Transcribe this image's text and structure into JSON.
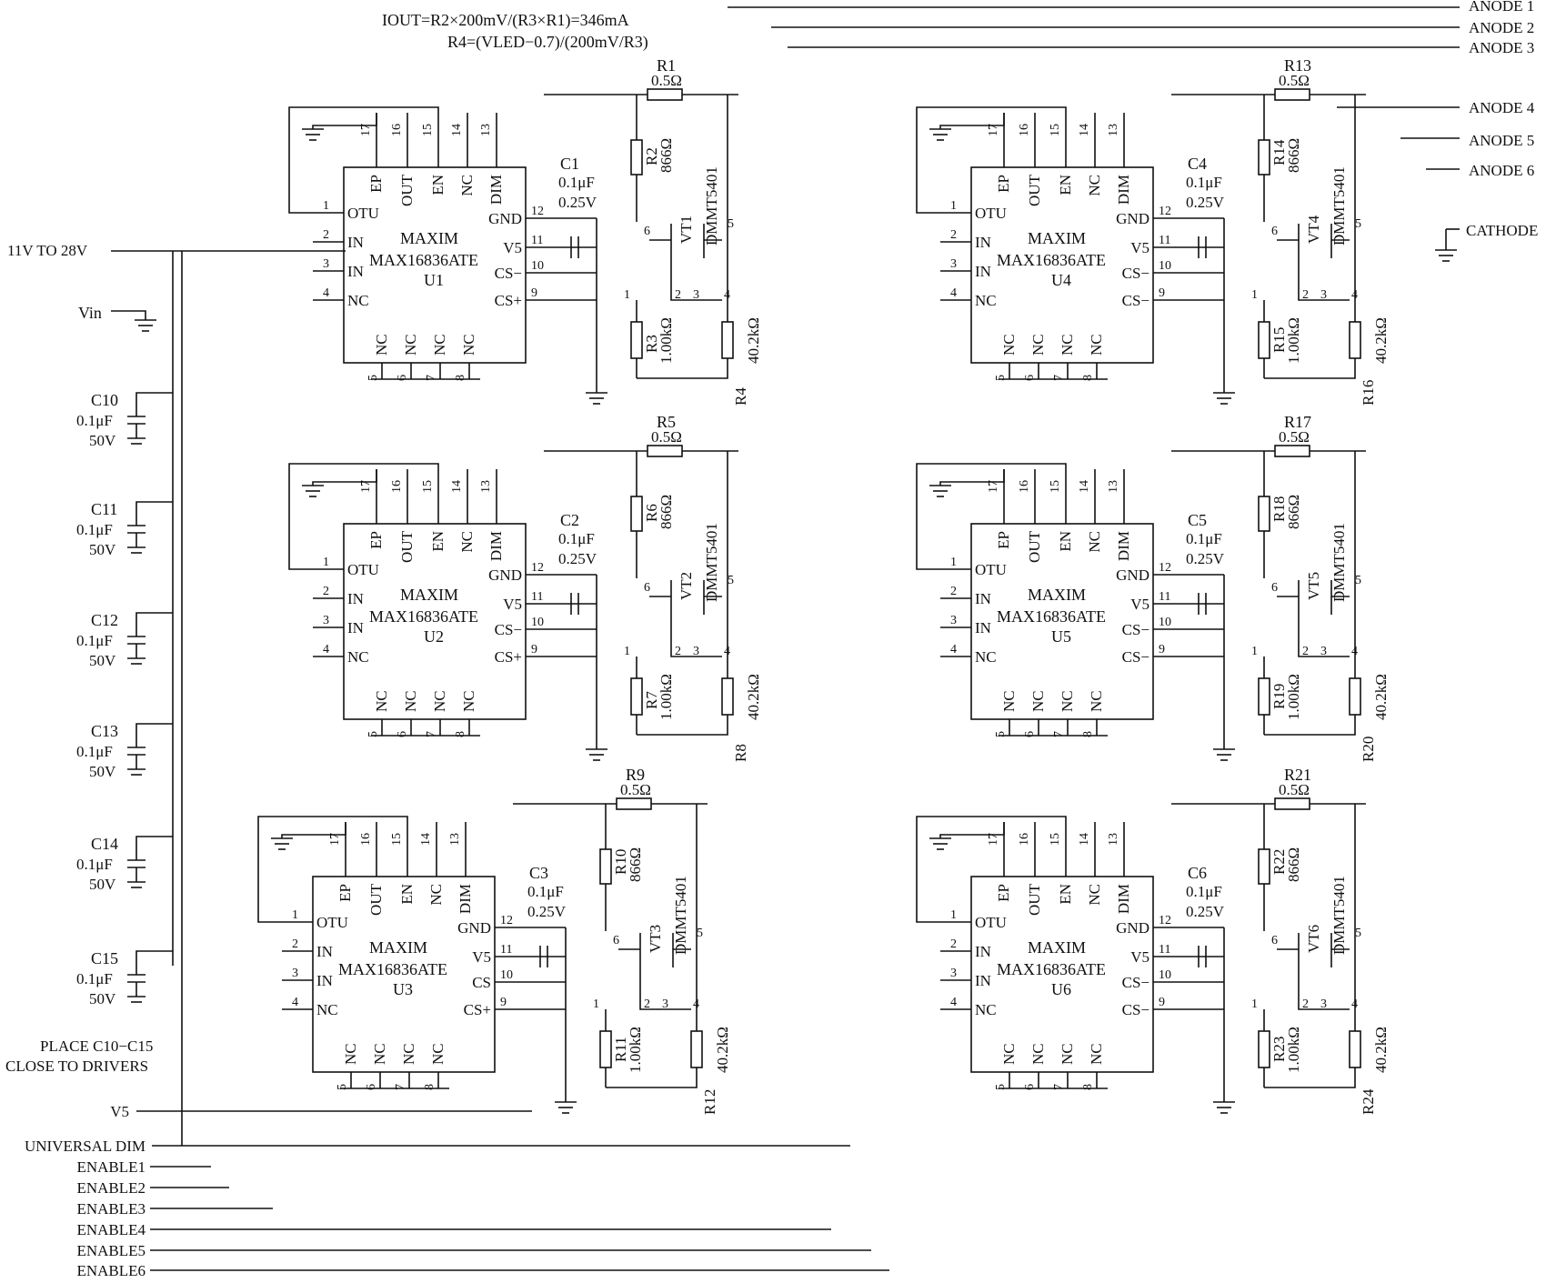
{
  "formula": {
    "line1": "IOUT=R2×200mV/(R3×R1)=346mA",
    "line2": "R4=(VLED−0.7)/(200mV/R3)"
  },
  "left_labels": {
    "supply": "11V TO 28V",
    "vin": "Vin",
    "place_note_1": "PLACE C10−C15",
    "place_note_2": "CLOSE TO DRIVERS"
  },
  "bottom_labels": [
    "V5",
    "UNIVERSAL DIM",
    "ENABLE1",
    "ENABLE2",
    "ENABLE3",
    "ENABLE4",
    "ENABLE5",
    "ENABLE6"
  ],
  "right_labels": [
    "ANODE 1",
    "ANODE 2",
    "ANODE 3",
    "ANODE 4",
    "ANODE 5",
    "ANODE 6",
    "CATHODE"
  ],
  "input_caps": [
    {
      "ref": "C10",
      "value": "0.1μF",
      "voltage": "50V"
    },
    {
      "ref": "C11",
      "value": "0.1μF",
      "voltage": "50V"
    },
    {
      "ref": "C12",
      "value": "0.1μF",
      "voltage": "50V"
    },
    {
      "ref": "C13",
      "value": "0.1μF",
      "voltage": "50V"
    },
    {
      "ref": "C14",
      "value": "0.1μF",
      "voltage": "50V"
    },
    {
      "ref": "C15",
      "value": "0.1μF",
      "voltage": "50V"
    }
  ],
  "chip_common": {
    "brand": "MAXIM",
    "part": "MAX16836ATE",
    "top_pins": [
      {
        "num": "17",
        "name": "EP"
      },
      {
        "num": "16",
        "name": "OUT"
      },
      {
        "num": "15",
        "name": "EN"
      },
      {
        "num": "14",
        "name": "NC"
      },
      {
        "num": "13",
        "name": "DIM"
      }
    ],
    "left_pins": [
      {
        "num": "1",
        "name": "OTU"
      },
      {
        "num": "2",
        "name": "IN"
      },
      {
        "num": "3",
        "name": "IN"
      },
      {
        "num": "4",
        "name": "NC"
      }
    ],
    "right_pins": [
      {
        "num": "12",
        "name": "GND"
      },
      {
        "num": "11",
        "name": "V5"
      },
      {
        "num": "10",
        "name": "CS−"
      },
      {
        "num": "9",
        "name": "CS+"
      }
    ],
    "bottom_pins": [
      {
        "num": "5",
        "name": "NC"
      },
      {
        "num": "6",
        "name": "NC"
      },
      {
        "num": "7",
        "name": "NC"
      },
      {
        "num": "8",
        "name": "NC"
      }
    ],
    "transistor": "DMMT5401",
    "q_pins": [
      "6",
      "5",
      "1",
      "2",
      "3",
      "4"
    ]
  },
  "channels": [
    {
      "u": "U1",
      "cs": "CS−",
      "cs_plus": "CS+",
      "cap": {
        "ref": "C1",
        "value": "0.1μF",
        "voltage": "0.25V"
      },
      "rsense": {
        "ref": "R1",
        "value": "0.5Ω"
      },
      "rb": {
        "ref": "R2",
        "value": "866Ω"
      },
      "rc": {
        "ref": "R3",
        "value": "1.00kΩ"
      },
      "rd": {
        "ref": "R4",
        "value": "40.2kΩ"
      },
      "vt": "VT1"
    },
    {
      "u": "U2",
      "cs": "CS−",
      "cs_plus": "CS+",
      "cap": {
        "ref": "C2",
        "value": "0.1μF",
        "voltage": "0.25V"
      },
      "rsense": {
        "ref": "R5",
        "value": "0.5Ω"
      },
      "rb": {
        "ref": "R6",
        "value": "866Ω"
      },
      "rc": {
        "ref": "R7",
        "value": "1.00kΩ"
      },
      "rd": {
        "ref": "R8",
        "value": "40.2kΩ"
      },
      "vt": "VT2"
    },
    {
      "u": "U3",
      "cs": "CS",
      "cs_plus": "CS+",
      "cap": {
        "ref": "C3",
        "value": "0.1μF",
        "voltage": "0.25V"
      },
      "rsense": {
        "ref": "R9",
        "value": "0.5Ω"
      },
      "rb": {
        "ref": "R10",
        "value": "866Ω"
      },
      "rc": {
        "ref": "R11",
        "value": "1.00kΩ"
      },
      "rd": {
        "ref": "R12",
        "value": "40.2kΩ"
      },
      "vt": "VT3"
    },
    {
      "u": "U4",
      "cs": "CS−",
      "cs_plus": "CS−",
      "cap": {
        "ref": "C4",
        "value": "0.1μF",
        "voltage": "0.25V"
      },
      "rsense": {
        "ref": "R13",
        "value": "0.5Ω"
      },
      "rb": {
        "ref": "R14",
        "value": "866Ω"
      },
      "rc": {
        "ref": "R15",
        "value": "1.00kΩ"
      },
      "rd": {
        "ref": "R16",
        "value": "40.2kΩ"
      },
      "vt": "VT4"
    },
    {
      "u": "U5",
      "cs": "CS−",
      "cs_plus": "CS−",
      "cap": {
        "ref": "C5",
        "value": "0.1μF",
        "voltage": "0.25V"
      },
      "rsense": {
        "ref": "R17",
        "value": "0.5Ω"
      },
      "rb": {
        "ref": "R18",
        "value": "866Ω"
      },
      "rc": {
        "ref": "R19",
        "value": "1.00kΩ"
      },
      "rd": {
        "ref": "R20",
        "value": "40.2kΩ"
      },
      "vt": "VT5"
    },
    {
      "u": "U6",
      "cs": "CS−",
      "cs_plus": "CS−",
      "cap": {
        "ref": "C6",
        "value": "0.1μF",
        "voltage": "0.25V"
      },
      "rsense": {
        "ref": "R21",
        "value": "0.5Ω"
      },
      "rb": {
        "ref": "R22",
        "value": "866Ω"
      },
      "rc": {
        "ref": "R23",
        "value": "1.00kΩ"
      },
      "rd": {
        "ref": "R24",
        "value": "40.2kΩ"
      },
      "vt": "VT6"
    }
  ]
}
